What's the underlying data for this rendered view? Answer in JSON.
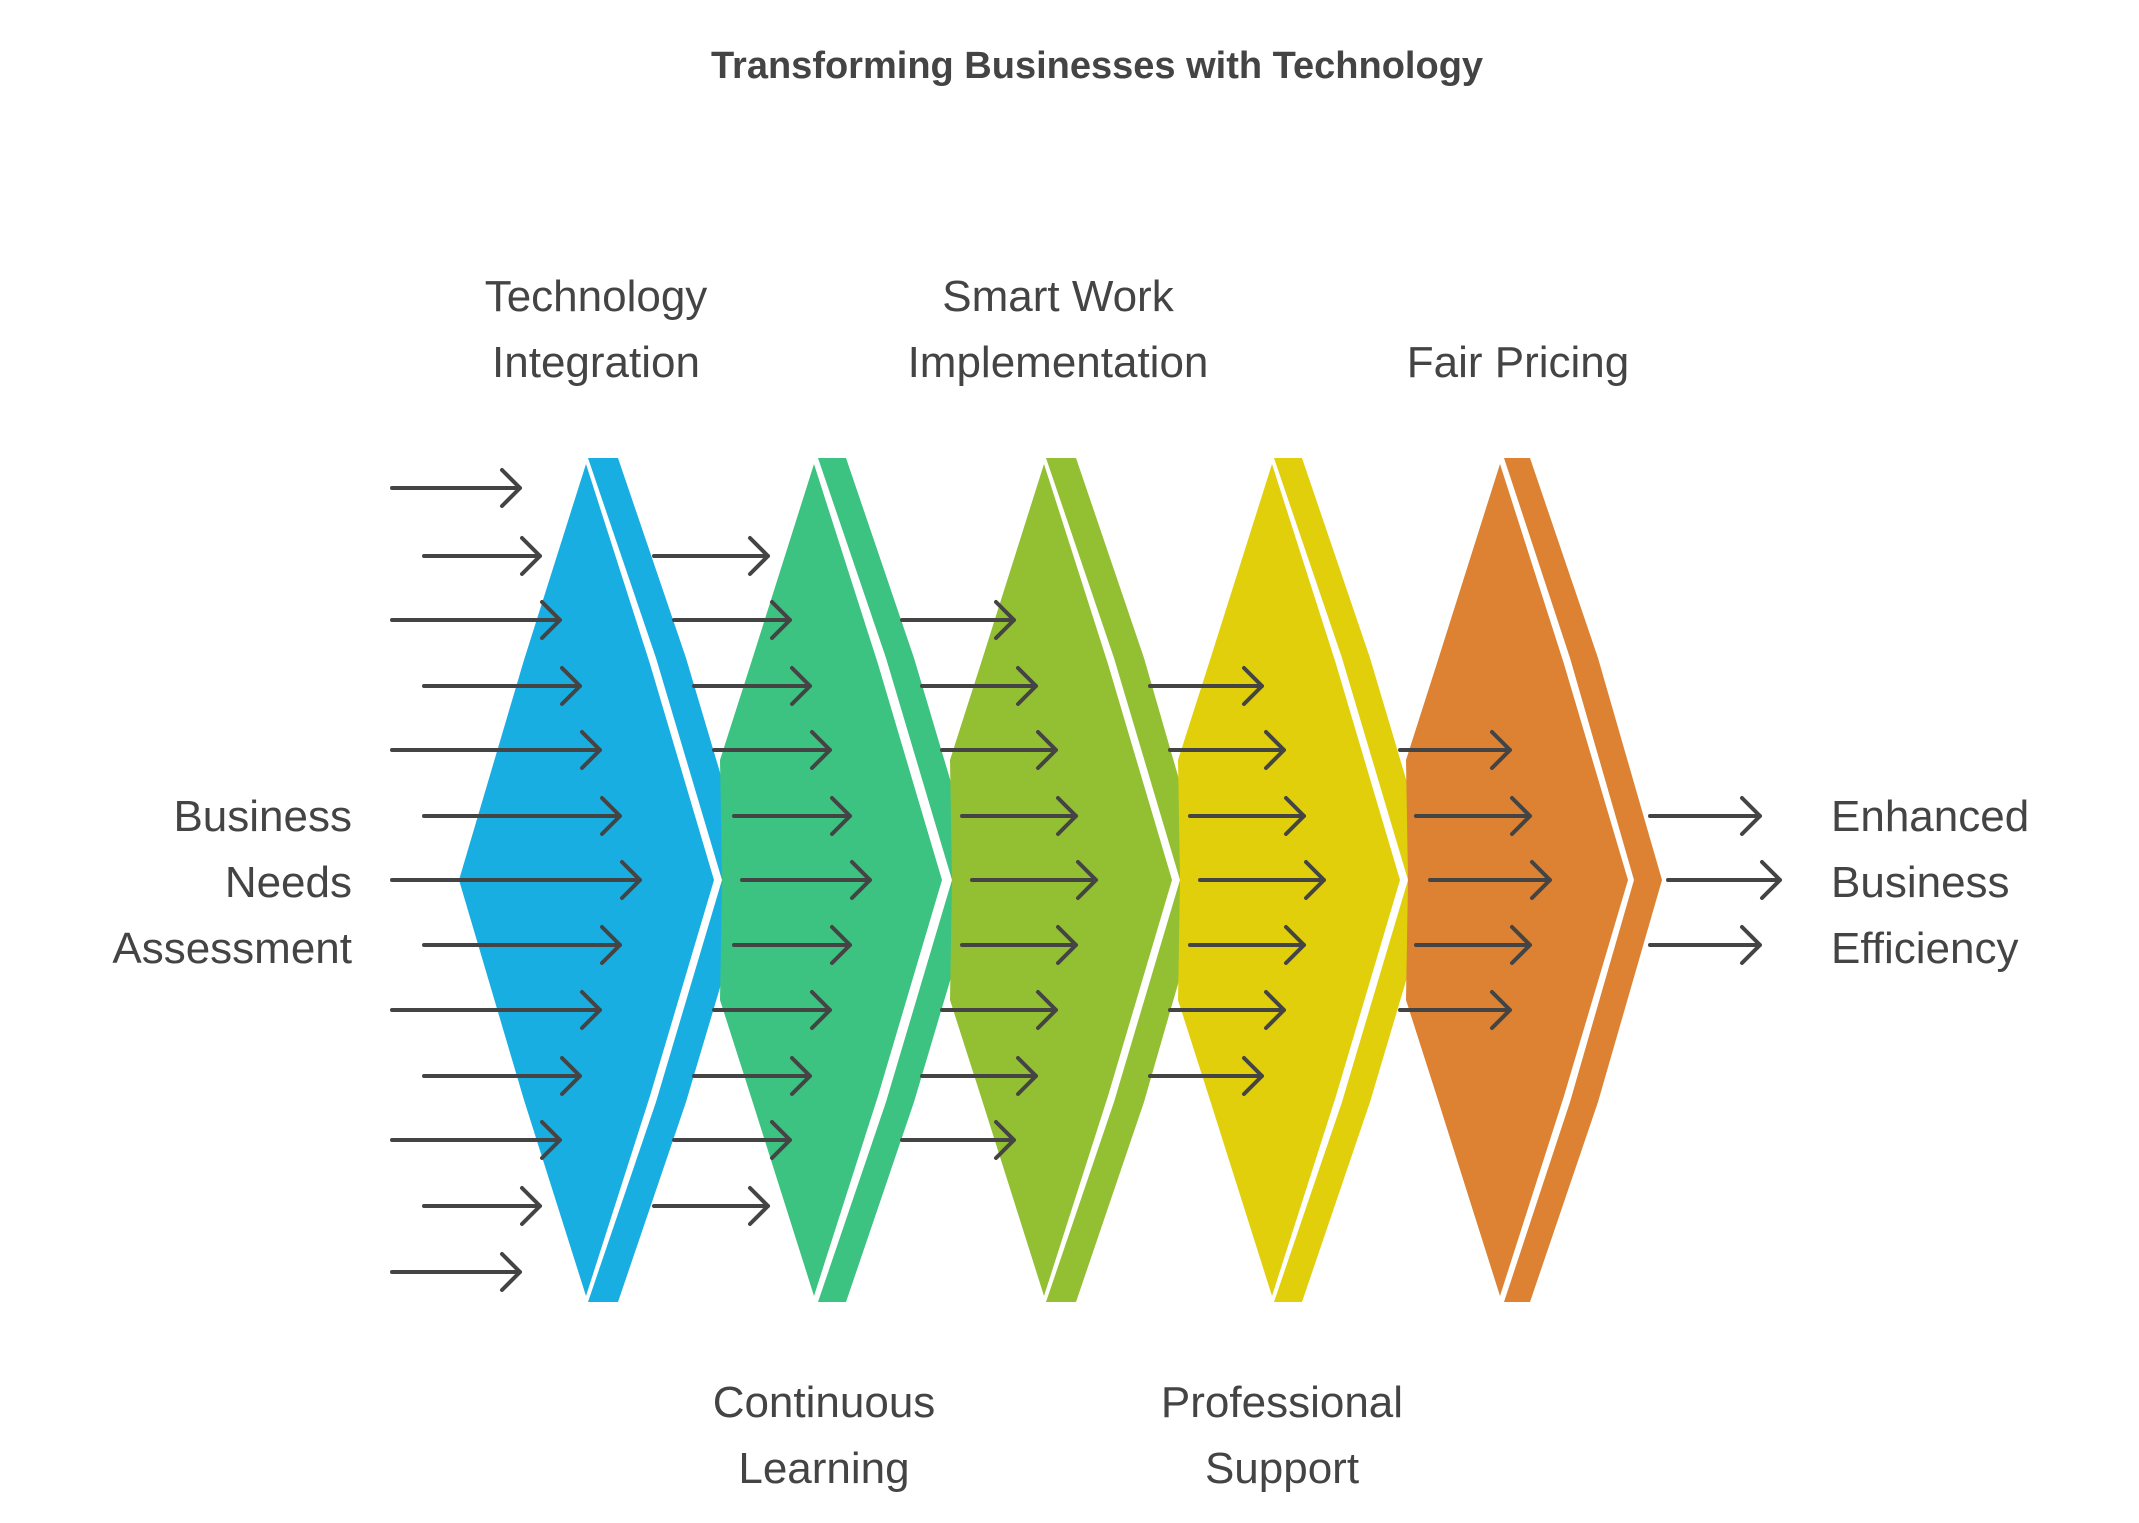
{
  "title": "Transforming Businesses with Technology",
  "input_label": [
    "Business",
    "Needs",
    "Assessment"
  ],
  "output_label": [
    "Enhanced",
    "Business",
    "Efficiency"
  ],
  "stages": [
    {
      "label": [
        "Technology",
        "Integration"
      ],
      "label_position": "top",
      "color": "#19AEE2",
      "icon": "chevron-stage"
    },
    {
      "label": [
        "Continuous",
        "Learning"
      ],
      "label_position": "bottom",
      "color": "#3CC281",
      "icon": "chevron-stage"
    },
    {
      "label": [
        "Smart Work",
        "Implementation"
      ],
      "label_position": "top",
      "color": "#93BF33",
      "icon": "chevron-stage"
    },
    {
      "label": [
        "Professional",
        "Support"
      ],
      "label_position": "bottom",
      "color": "#E1CF0B",
      "icon": "chevron-stage"
    },
    {
      "label": [
        "Fair Pricing"
      ],
      "label_position": "top",
      "color": "#DC8232",
      "icon": "chevron-stage"
    }
  ],
  "arrow_color": "#444444"
}
